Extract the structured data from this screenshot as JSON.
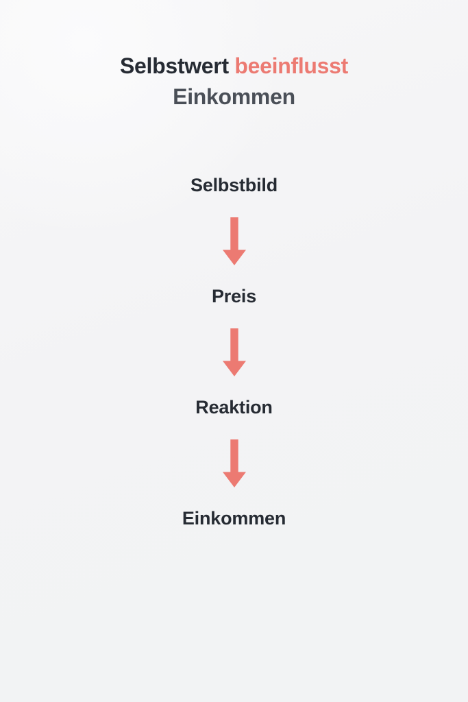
{
  "heading": {
    "line1_plain": "Selbstwert",
    "line1_accent": "beeinflusst",
    "line2": "Einkommen"
  },
  "flow": {
    "steps": [
      {
        "label": "Selbstbild"
      },
      {
        "label": "Preis"
      },
      {
        "label": "Reaktion"
      },
      {
        "label": "Einkommen"
      }
    ],
    "connector_icon": "arrow-down-icon",
    "connector_count": 3
  },
  "colors": {
    "background": "#f3f4f5",
    "text_dark": "#262b33",
    "text_muted": "#4a4f57",
    "accent_coral": "#ec7a72"
  }
}
